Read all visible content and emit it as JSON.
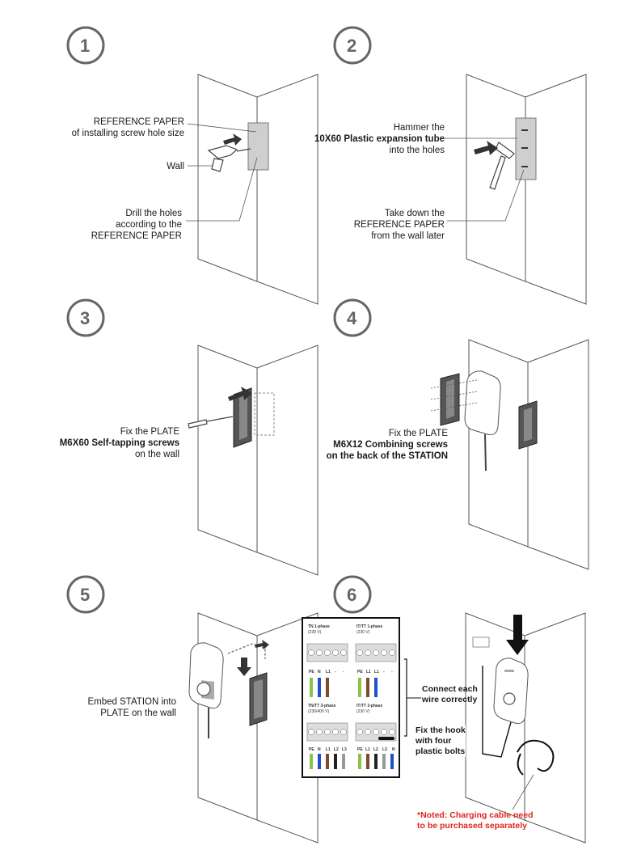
{
  "colors": {
    "ink": "#555555",
    "wall": "#ffffff",
    "plate": "#cfcfcf",
    "note": "#e0261b"
  },
  "steps": [
    {
      "number": "1",
      "label_reference": [
        "REFERENCE PAPER",
        "of installing screw hole size"
      ],
      "label_wall": "Wall",
      "label_drill": [
        "Drill the holes",
        "according to the",
        "REFERENCE PAPER"
      ]
    },
    {
      "number": "2",
      "label_hammer": [
        "Hammer the",
        "10X60 Plastic expansion tube",
        "into the holes"
      ],
      "label_take_down": [
        "Take down the",
        "REFERENCE PAPER",
        "from the wall later"
      ]
    },
    {
      "number": "3",
      "label": [
        "Fix the PLATE",
        "M6X60 Self-tapping screws",
        "on the wall"
      ]
    },
    {
      "number": "4",
      "label": [
        "Fix the PLATE",
        "M6X12 Combining screws",
        "on the back of the STATION"
      ]
    },
    {
      "number": "5",
      "label": [
        "Embed STATION into",
        "PLATE on the wall"
      ]
    },
    {
      "number": "6",
      "wiring": [
        {
          "title": "TN 1-phase",
          "voltage": "(230 V)",
          "terminals": [
            "PE",
            "N",
            "L1",
            "-",
            "-"
          ]
        },
        {
          "title": "IT/TT 1-phase",
          "voltage": "(230 V)",
          "terminals": [
            "PE",
            "L1",
            "L1",
            "-",
            "-"
          ]
        },
        {
          "title": "TN/TT 3-phase",
          "voltage": "(230/400 V)",
          "terminals": [
            "PE",
            "N",
            "L1",
            "L2",
            "L3"
          ]
        },
        {
          "title": "IT/TT 3-phase",
          "voltage": "(230 V)",
          "terminals": [
            "PE",
            "L1",
            "L2",
            "L3",
            "N"
          ]
        }
      ],
      "label_connect": [
        "Connect each",
        "wire correctly"
      ],
      "label_hook": [
        "Fix the hook",
        "with four",
        "plastic bolts"
      ],
      "note": [
        "*Noted: Charging cable need",
        "to be purchased separately"
      ]
    }
  ]
}
